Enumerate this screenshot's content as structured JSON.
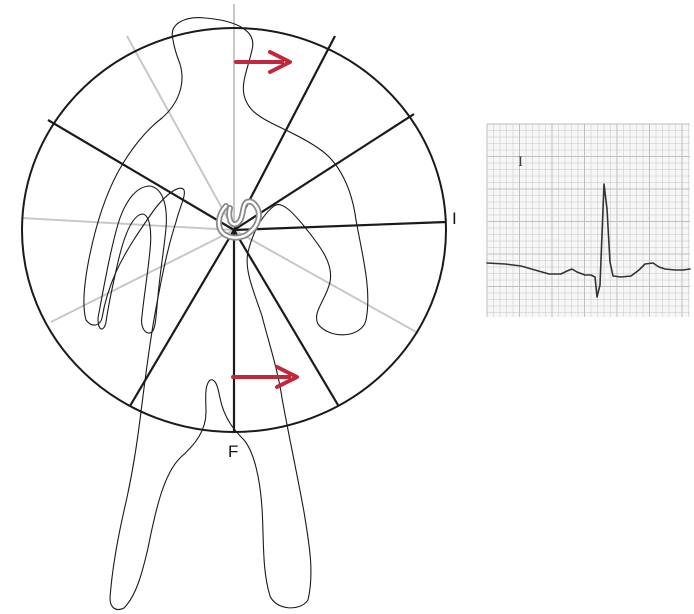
{
  "diagram": {
    "lead_labels": {
      "lead_i": "I",
      "lead_f": "F"
    },
    "ecg_strip": {
      "lead_label": "I"
    },
    "colors": {
      "arrow": "#c0283c",
      "highlighted_axis": "#1a1a1a",
      "faint_axis": "#c8c8c8",
      "heart": "#8a8a8a",
      "ecg_grid": "#bfbfbf",
      "ecg_trace": "#333333"
    },
    "icons": [
      "right-arrow-icon",
      "heart-icon"
    ]
  }
}
